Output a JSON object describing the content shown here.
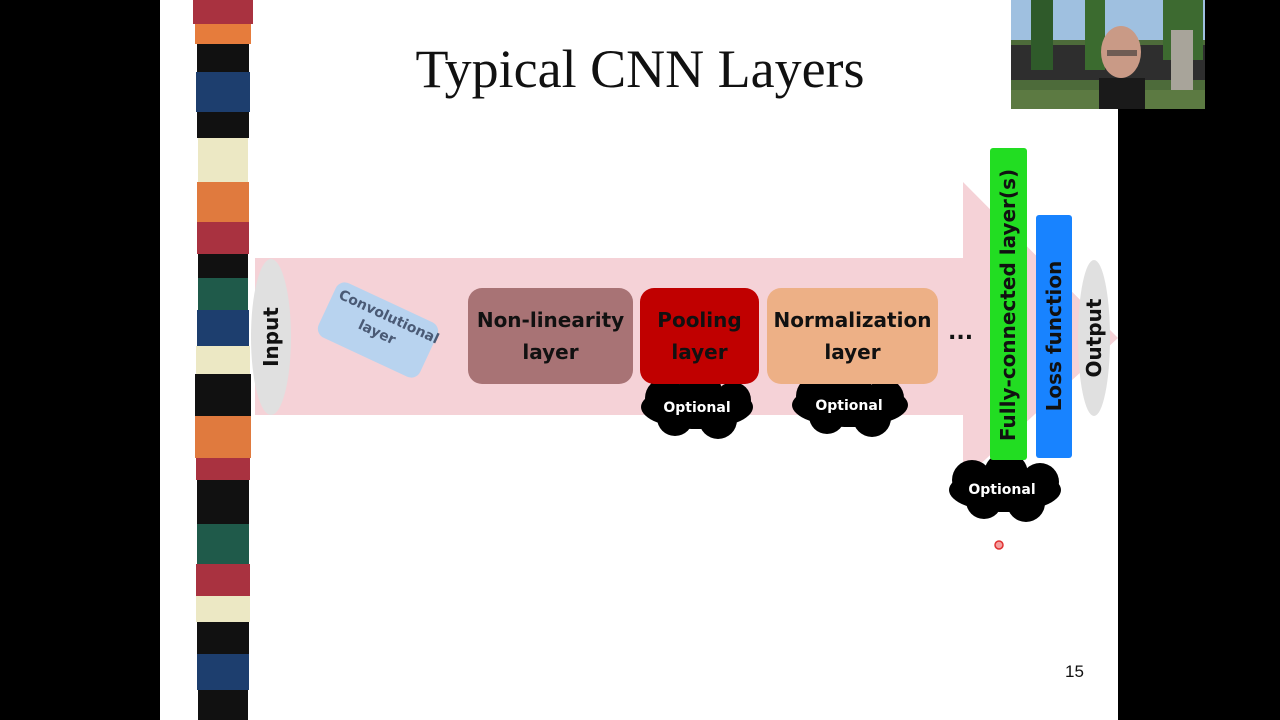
{
  "slide": {
    "title": "Typical CNN Layers",
    "page_number": "15"
  },
  "diagram": {
    "input_label": "Input",
    "output_label": "Output",
    "conv_label": "Convolutional layer",
    "nonlin_label": "Non-linearity layer",
    "pool_label": "Pooling layer",
    "norm_label": "Normalization layer",
    "ellipsis": "...",
    "fc_label": "Fully-connected layer(s)",
    "loss_label": "Loss function",
    "optional_pool": "Optional",
    "optional_norm": "Optional",
    "optional_fc": "Optional"
  },
  "colors": {
    "arrow": "#f5d2d7",
    "conv": "#b8d3ef",
    "nonlin": "#a87375",
    "pool": "#c00000",
    "norm": "#edb086",
    "fc": "#22dd22",
    "loss": "#1883ff",
    "cloud": "#000000"
  },
  "icons": [
    "webcam-presenter-image",
    "laser-pointer-dot"
  ]
}
